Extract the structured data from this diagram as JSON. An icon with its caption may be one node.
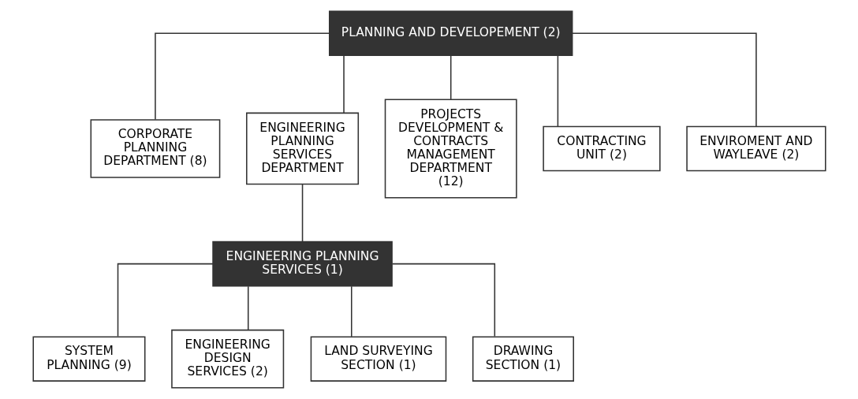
{
  "diagram": {
    "nodes": [
      {
        "text": [
          "PLANNING AND DEVELOPEMENT (2)"
        ]
      },
      {
        "text": [
          "CORPORATE PLANNING DEPARTMENT (8)"
        ]
      },
      {
        "text": [
          "ENGINEERING PLANNING SERVICES DEPARTMENT"
        ]
      },
      {
        "text": [
          "PROJECTS DEVELOPMENT & CONTRACTS MANAGEMENT DEPARTMENT (12)"
        ]
      },
      {
        "text": [
          "CONTRACTING UNIT (2)"
        ]
      },
      {
        "text": [
          "ENVIROMENT AND WAYLEAVE (2)"
        ]
      },
      {
        "text": [
          "ENGINEERING PLANNING SERVICES (1)"
        ]
      },
      {
        "text": [
          "SYSTEM PLANNING (9)"
        ]
      },
      {
        "text": [
          "ENGINEERING DESIGN SERVICES (2)"
        ]
      },
      {
        "text": [
          "LAND SURVEYING SECTION (1)"
        ]
      },
      {
        "text": [
          "DRAWING SECTION (1)"
        ]
      }
    ],
    "edges": [
      {
        "from": 0,
        "to": 1,
        "arrow": "none"
      },
      {
        "from": 0,
        "to": 2,
        "arrow": "none"
      },
      {
        "from": 0,
        "to": 3,
        "arrow": "none"
      },
      {
        "from": 0,
        "to": 4,
        "arrow": "none"
      },
      {
        "from": 0,
        "to": 5,
        "arrow": "none"
      },
      {
        "from": 2,
        "to": 6,
        "arrow": "none"
      },
      {
        "from": 6,
        "to": 7,
        "arrow": "none"
      },
      {
        "from": 6,
        "to": 8,
        "arrow": "none"
      },
      {
        "from": 6,
        "to": 9,
        "arrow": "none"
      },
      {
        "from": 6,
        "to": 10,
        "arrow": "none"
      }
    ]
  }
}
